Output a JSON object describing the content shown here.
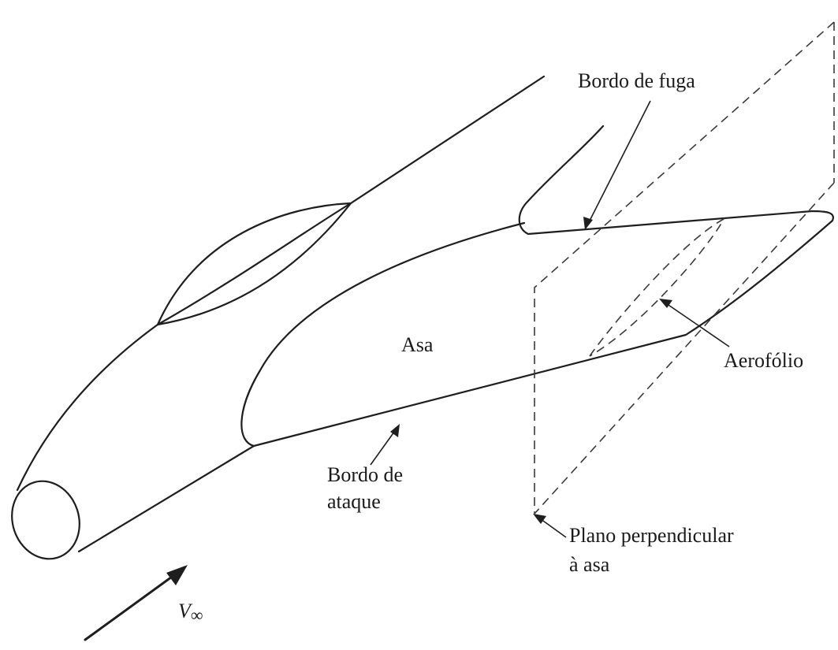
{
  "labels": {
    "trailing_edge": "Bordo de fuga",
    "wing": "Asa",
    "airfoil": "Aerofólio",
    "leading_edge_line1": "Bordo de",
    "leading_edge_line2": "ataque",
    "plane_line1": "Plano perpendicular",
    "plane_line2": "à asa",
    "freestream_symbol": "V",
    "freestream_subscript": "∞"
  }
}
